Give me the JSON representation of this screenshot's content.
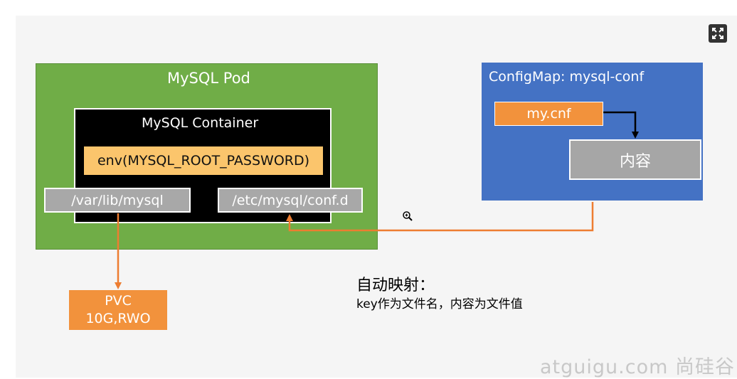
{
  "pod": {
    "title": "MySQL Pod"
  },
  "container": {
    "title": "MySQL Container",
    "env": "env(MYSQL_ROOT_PASSWORD)",
    "mounts": [
      "/var/lib/mysql",
      "/etc/mysql/conf.d"
    ]
  },
  "pvc": {
    "line1": "PVC",
    "line2": "10G,RWO"
  },
  "configmap": {
    "title": "ConfigMap:  mysql-conf",
    "key": "my.cnf",
    "content": "内容"
  },
  "note": {
    "title": "自动映射：",
    "body": "key作为文件名，内容为文件值"
  },
  "watermark": "atguigu.com  尚硅谷",
  "colors": {
    "pod": "#70ad47",
    "configmap": "#4472c4",
    "arrow": "#ed7d31",
    "env": "#fbc56c"
  },
  "icons": {
    "expand": "expand-icon",
    "cursor": "zoom-cursor-icon"
  }
}
